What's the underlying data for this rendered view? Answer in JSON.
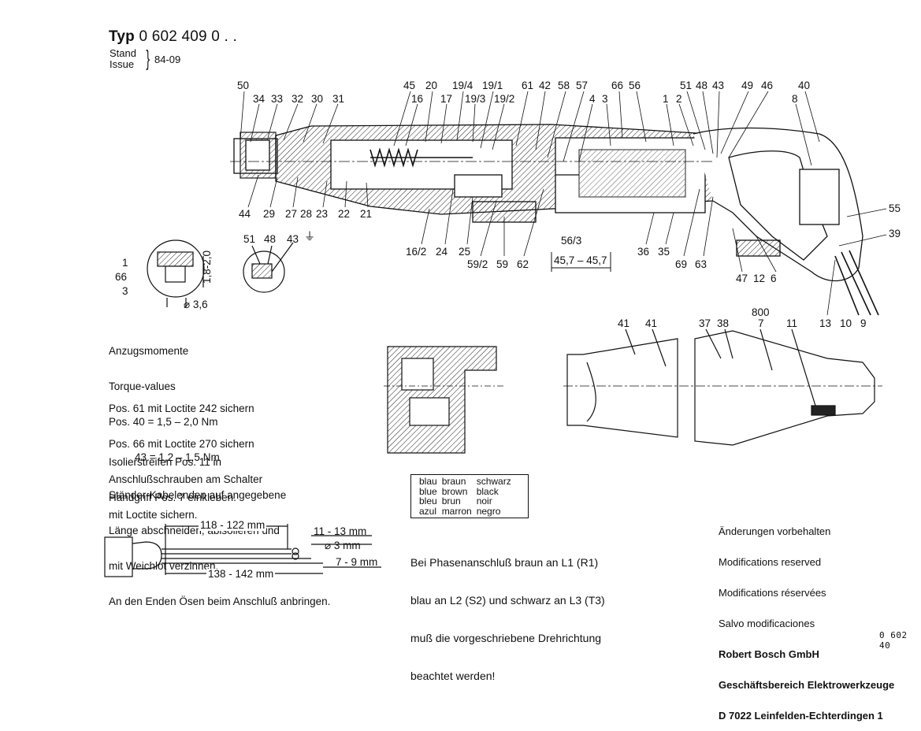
{
  "header": {
    "typ_label": "Typ",
    "model": "0 602 409 0 . .",
    "stand_line1": "Stand",
    "stand_line2": "Issue",
    "stand_date": "84-09"
  },
  "main_labels": {
    "top": [
      "50",
      "34",
      "33",
      "32",
      "30",
      "31",
      "45",
      "16",
      "20",
      "17",
      "19/4",
      "19/3",
      "19/1",
      "19/2",
      "61",
      "42",
      "58",
      "57",
      "4",
      "3",
      "66",
      "56",
      "1",
      "2",
      "51",
      "48",
      "43",
      "49",
      "46",
      "40",
      "8"
    ],
    "bottom": [
      "44",
      "29",
      "27",
      "28",
      "23",
      "22",
      "21",
      "16/2",
      "24",
      "25",
      "59/2",
      "59",
      "62",
      "56/3",
      "36",
      "35",
      "69",
      "63",
      "47",
      "12",
      "6",
      "55",
      "39",
      "13",
      "10",
      "9"
    ],
    "dimension": "45,7 – 45,7"
  },
  "detail_labels": {
    "left_detail": [
      "1",
      "66",
      "3",
      "1,8-2,0",
      "⌀ 3,6"
    ],
    "ground_detail": [
      "51",
      "48",
      "43"
    ],
    "housing": [
      "41",
      "41",
      "37",
      "38",
      "800",
      "7",
      "11"
    ]
  },
  "notes": {
    "torque": [
      "Anzugsmomente",
      "Torque-values",
      "Pos. 40 = 1,5 – 2,0 Nm",
      "43 = 1,2 – 1,5 Nm"
    ],
    "loctite": [
      "Pos. 61 mit Loctite 242 sichern",
      "Pos. 66 mit Loctite 270 sichern",
      "Anschlußschrauben am Schalter",
      "mit Loctite sichern."
    ],
    "isolation": [
      "Isolierstreifen Pos. 11 in",
      "Handgriff Pos. 7 einkleben."
    ],
    "cable": [
      "Ständer-Kabelenden auf angegebene",
      "Länge abschneiden, abisolieren und",
      "mit Weichlot verzinnen.",
      "An den Enden Ösen beim Anschluß anbringen."
    ]
  },
  "cable_dims": {
    "d1": "118 - 122 mm",
    "d2": "11 - 13 mm",
    "d3": "⌀ 3 mm",
    "d4": "7 - 9 mm",
    "d5": "138 - 142 mm"
  },
  "colors_table": [
    [
      "blau",
      "braun",
      "schwarz"
    ],
    [
      "blue",
      "brown",
      "black"
    ],
    [
      "bleu",
      "brun",
      "noir"
    ],
    [
      "azul",
      "marron",
      "negro"
    ]
  ],
  "phase_text": [
    "Bei Phasenanschluß braun an L1 (R1)",
    "blau an L2 (S2) und schwarz an L3 (T3)",
    "muß die vorgeschriebene Drehrichtung",
    "beachtet werden!"
  ],
  "legal": {
    "changes": [
      "Änderungen vorbehalten",
      "Modifications reserved",
      "Modifications réservées",
      "Salvo modificaciones"
    ],
    "company": [
      "Robert Bosch GmbH",
      "Geschäftsbereich Elektrowerkzeuge",
      "D 7022 Leinfelden-Echterdingen 1"
    ]
  },
  "doc_number": "0 602 40"
}
